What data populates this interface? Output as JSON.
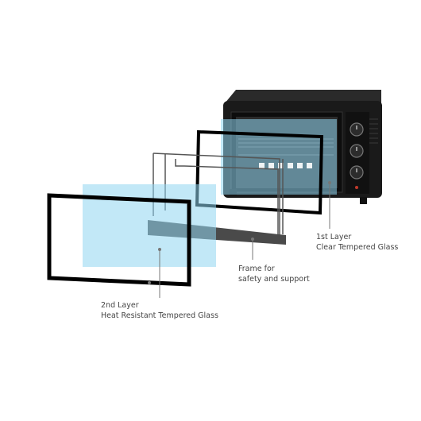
{
  "diagram": {
    "labels": {
      "layer1": {
        "line1": "1st Layer",
        "line2": "Clear Tempered Glass"
      },
      "frame": {
        "line1": "Frame for",
        "line2": "safety and support"
      },
      "layer2": {
        "line1": "2nd Layer",
        "line2": "Heat Resistant Tempered Glass"
      }
    },
    "icons": [
      "oven-body-icon",
      "control-knob-icon",
      "glass-panel-icon",
      "door-frame-icon"
    ],
    "colors": {
      "oven_body": "#1a1a1a",
      "glass_tint": "#8fd6f0",
      "frame_metal": "#4a4a4a",
      "leader_line": "#777777"
    }
  }
}
